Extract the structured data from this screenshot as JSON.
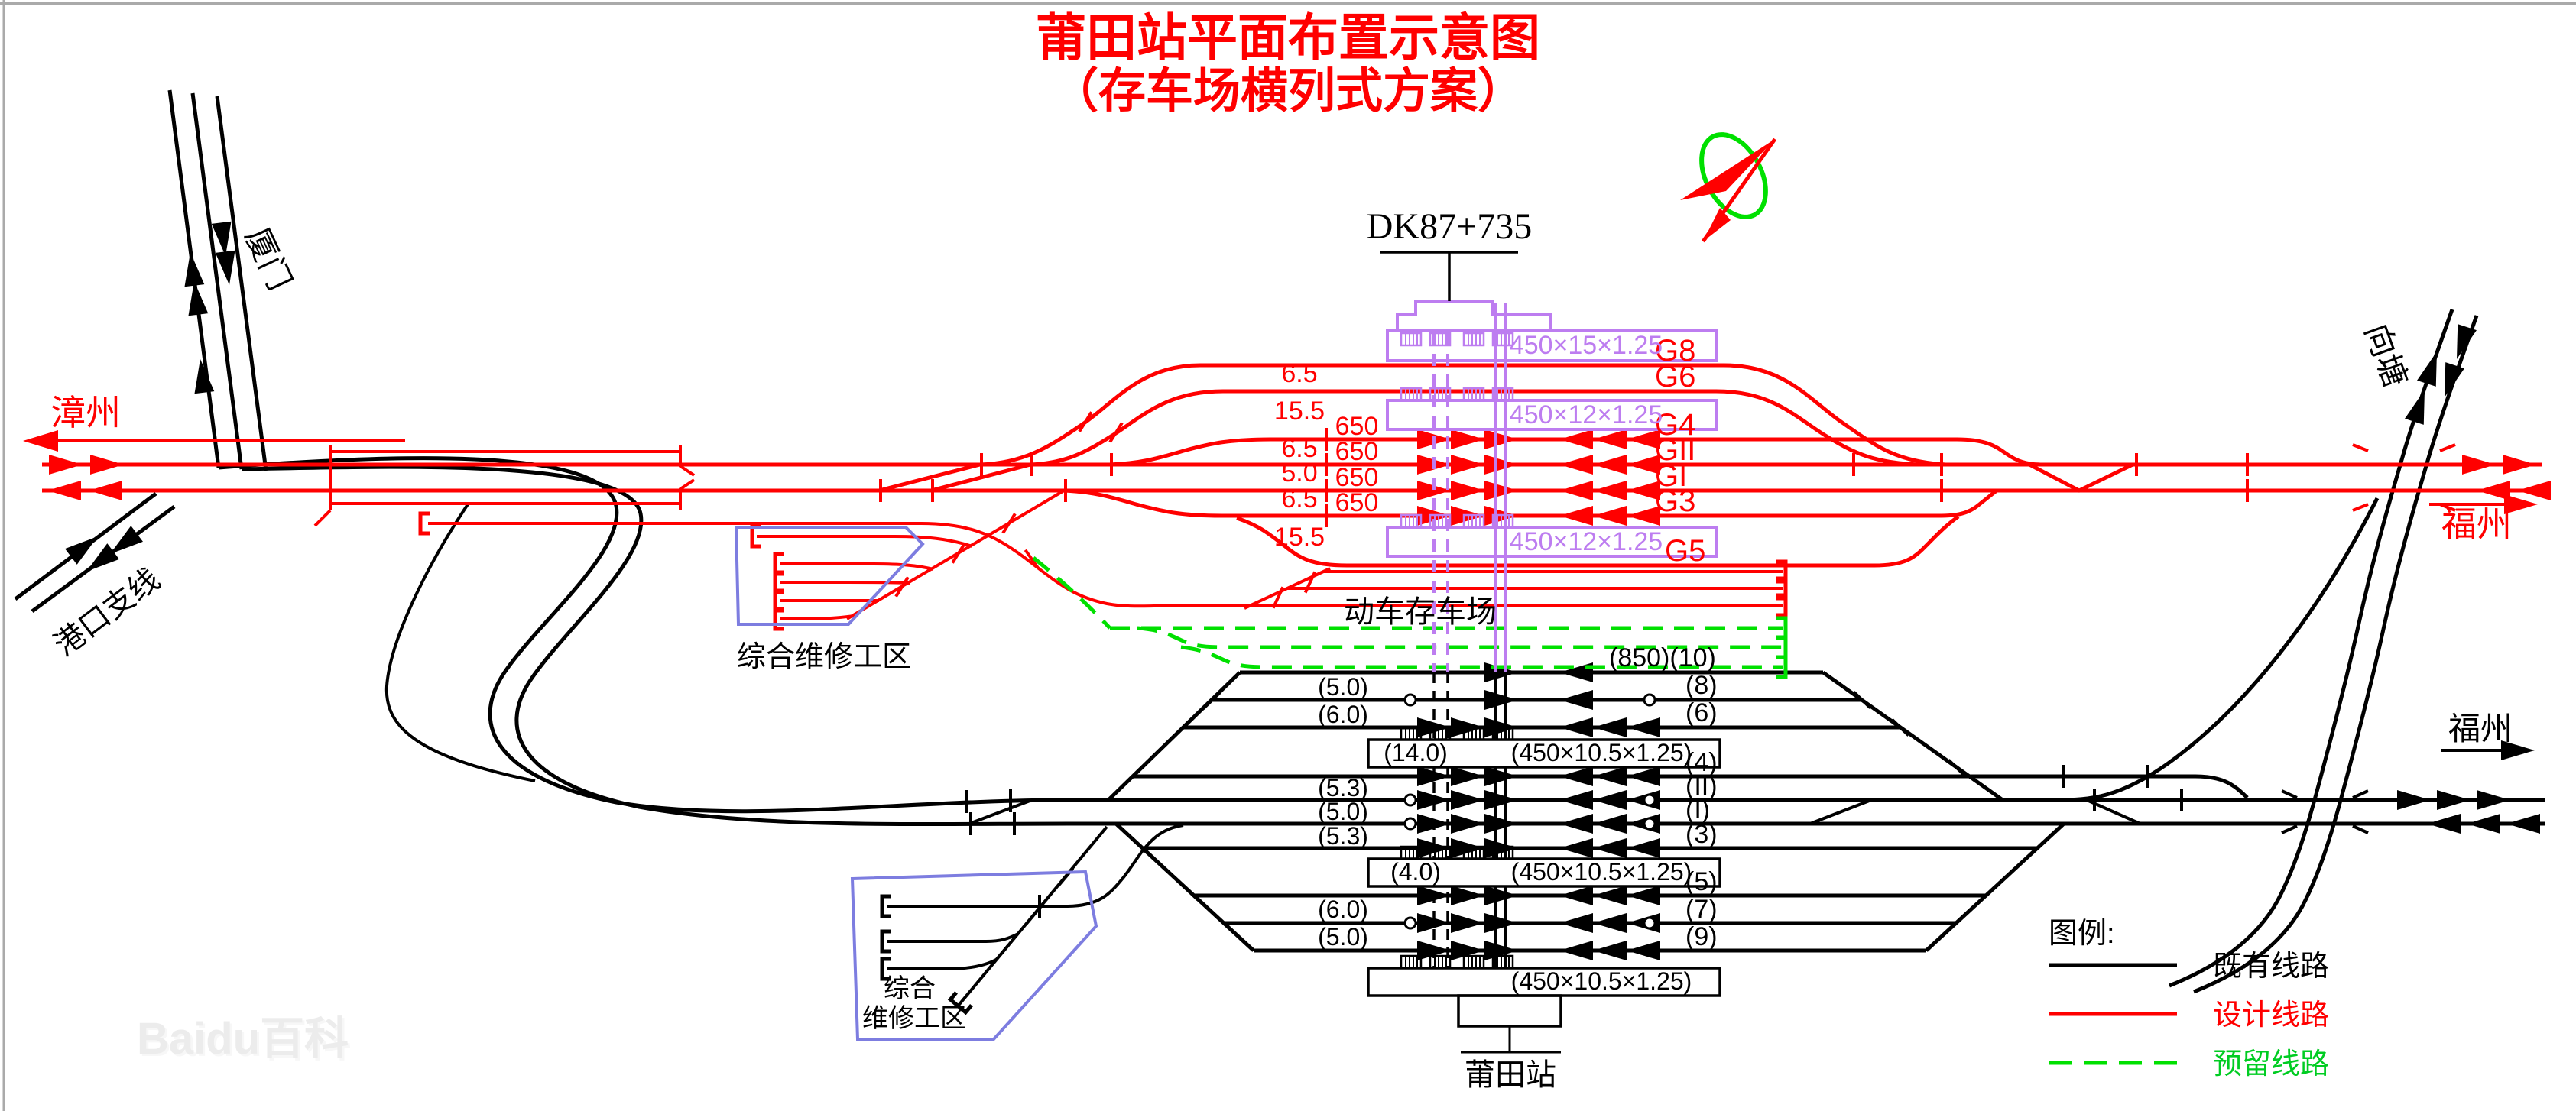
{
  "title": {
    "line1": "莆田站平面布置示意图",
    "line2": "（存车场横列式方案）"
  },
  "chainage": "DK87+735",
  "directions": {
    "xiamen": "厦门",
    "zhangzhou": "漳州",
    "port_branch": "港口支线",
    "xiangtang": "向塘",
    "fuzhou_red": "福州",
    "fuzhou_black": "福州"
  },
  "areas": {
    "maint_upper": "综合维修工区",
    "maint_lower_line1": "综合",
    "maint_lower_line2": "维修工区",
    "emu_yard": "动车存车场",
    "station_name": "莆田站"
  },
  "platform_labels": {
    "p15": "450×15×1.25",
    "p12": "450×12×1.25",
    "p105": "(450×10.5×1.25)"
  },
  "red_yard": {
    "tracks": {
      "g8": "G8",
      "g6": "G6",
      "g4": "G4",
      "gii": "GII",
      "gi": "GI",
      "g3": "G3",
      "g5": "G5"
    },
    "spacings": {
      "s1": "6.5",
      "s2": "15.5",
      "s3": "6.5",
      "s4": "5.0",
      "s5": "6.5",
      "s6": "15.5"
    },
    "length": "650"
  },
  "black_yard": {
    "tracks": {
      "t10": "(850)(10)",
      "t8": "(8)",
      "t6": "(6)",
      "t4": "(4)",
      "tii": "(II)",
      "ti": "(I)",
      "t3": "(3)",
      "t5": "(5)",
      "t7": "(7)",
      "t9": "(9)"
    },
    "spacings": {
      "a1": "(5.0)",
      "a2": "(6.0)",
      "a3": "(14.0)",
      "a4": "(5.3)",
      "a5": "(5.0)",
      "a6": "(5.3)",
      "a7": "(4.0)",
      "a8": "(6.0)",
      "a9": "(5.0)"
    }
  },
  "legend": {
    "title": "图例:",
    "existing": "既有线路",
    "design": "设计线路",
    "reserved": "预留线路"
  },
  "watermark": "Baidu百科",
  "colors": {
    "design_red": "#ff0000",
    "existing_black": "#000000",
    "reserved_green": "#00e000",
    "platform_purple": "#bd7df0",
    "area_blue": "#7d7de0"
  }
}
